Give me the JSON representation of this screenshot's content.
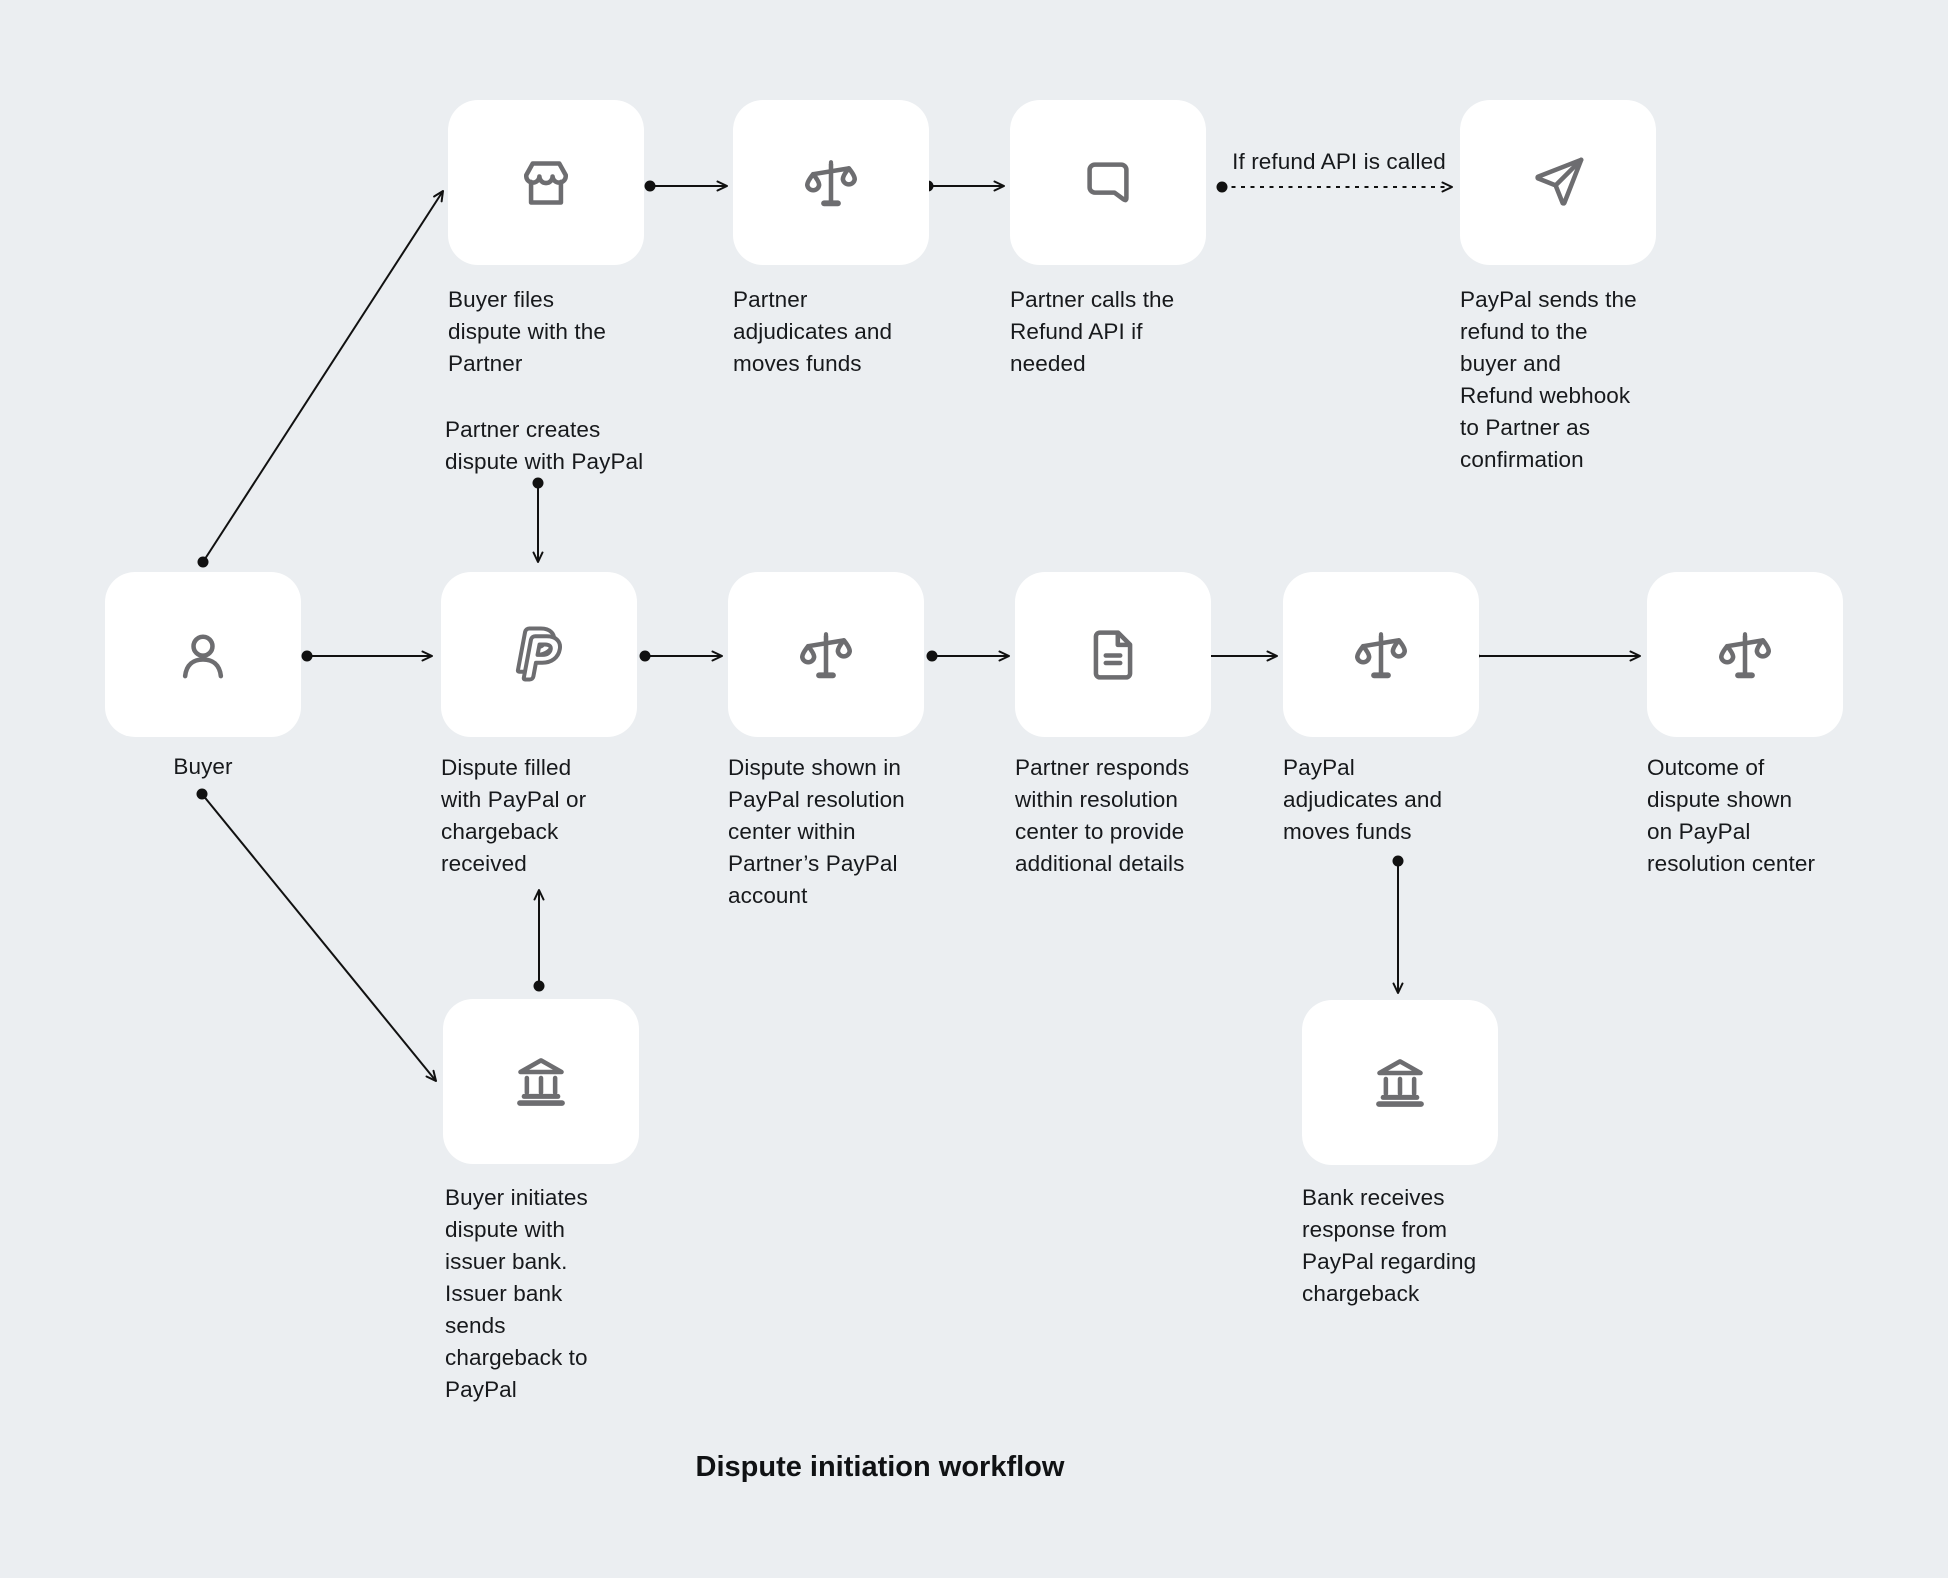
{
  "title": "Dispute initiation workflow",
  "colors": {
    "background": "#ebeef1",
    "box": "#ffffff",
    "icon_stroke": "#6d6d70",
    "text": "#17191c",
    "arrow": "#111111"
  },
  "annotations": {
    "partner_creates": [
      "Partner creates",
      "dispute with PayPal"
    ],
    "refund_condition": "If refund API is called"
  },
  "nodes": {
    "buyer_files": {
      "icon": "storefront-icon",
      "lines": [
        "Buyer files",
        "dispute with the",
        "Partner"
      ]
    },
    "partner_adjudicates": {
      "icon": "scales-icon",
      "lines": [
        "Partner",
        "adjudicates and",
        "moves funds"
      ]
    },
    "partner_calls_refund": {
      "icon": "message-icon",
      "lines": [
        "Partner calls the",
        "Refund API if",
        "needed"
      ]
    },
    "paypal_sends_refund": {
      "icon": "send-icon",
      "lines": [
        "PayPal sends the",
        "refund to the",
        "buyer and",
        "Refund webhook",
        "to Partner as",
        "confirmation"
      ]
    },
    "buyer": {
      "icon": "person-icon",
      "lines": [
        "Buyer"
      ]
    },
    "dispute_filled": {
      "icon": "paypal-icon",
      "lines": [
        "Dispute filled",
        "with PayPal or",
        "chargeback",
        "received"
      ]
    },
    "dispute_shown": {
      "icon": "scales-icon",
      "lines": [
        "Dispute shown in",
        "PayPal resolution",
        "center within",
        "Partner’s PayPal",
        "account"
      ]
    },
    "partner_responds": {
      "icon": "document-icon",
      "lines": [
        "Partner responds",
        "within resolution",
        "center to provide",
        "additional details"
      ]
    },
    "paypal_adjudicates": {
      "icon": "scales-icon",
      "lines": [
        "PayPal",
        "adjudicates and",
        "moves funds"
      ]
    },
    "outcome": {
      "icon": "scales-icon",
      "lines": [
        "Outcome of",
        "dispute shown",
        "on PayPal",
        "resolution center"
      ]
    },
    "buyer_initiates_bank": {
      "icon": "bank-icon",
      "lines": [
        "Buyer initiates",
        "dispute with",
        "issuer bank.",
        "Issuer bank",
        "sends",
        "chargeback to",
        "PayPal"
      ]
    },
    "bank_receives": {
      "icon": "bank-icon",
      "lines": [
        "Bank receives",
        "response from",
        "PayPal regarding",
        "chargeback"
      ]
    }
  }
}
